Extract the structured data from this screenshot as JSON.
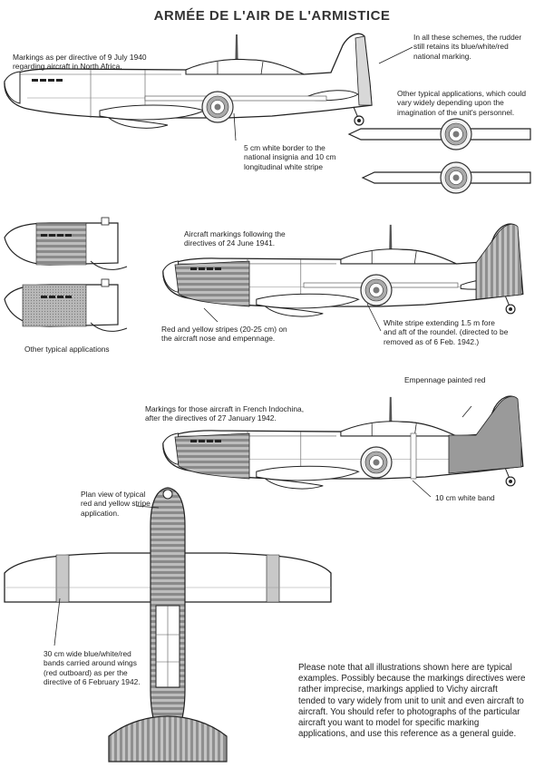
{
  "title": "ARMÉE DE L'AIR DE L'ARMISTICE",
  "captions": {
    "north_africa": "Markings as per directive of 9 July 1940\nregarding aircraft in North Africa.",
    "rudder": "In all these schemes, the rudder\nstill retains its blue/white/red\nnational marking.",
    "other_applications": "Other typical applications, which could\nvary widely depending upon the\nimagination of the unit's personnel.",
    "white_border": "5 cm white border to the\nnational insignia and 10 cm\nlongitudinal white stripe",
    "june_1941": "Aircraft markings following the\ndirectives of 24 June 1941.",
    "red_yellow_stripes": "Red and yellow stripes (20-25 cm) on\nthe aircraft nose and empennage.",
    "white_stripe": "White stripe extending 1.5 m fore\nand aft of the roundel. (directed to be\nremoved as of 6 Feb. 1942.)",
    "other_typical": "Other typical applications",
    "empennage_red": "Empennage painted red",
    "indochina": "Markings for those aircraft in French Indochina,\nafter the directives of 27 January 1942.",
    "white_band": "10 cm white band",
    "plan_view": "Plan view of typical\nred and yellow stripe\napplication.",
    "wing_bands": "30 cm wide blue/white/red\nbands carried around wings\n(red outboard) as per the\ndirective of 6 February 1942."
  },
  "note": "Please note that all illustrations shown here are typical\nexamples. Possibly because the markings directives were\nrather imprecise, markings applied to Vichy aircraft\ntended to vary widely from unit to unit and even aircraft to\naircraft. You should refer to photographs of the particular\naircraft you want to model for specific marking\napplications, and use this reference as a general guide."
}
